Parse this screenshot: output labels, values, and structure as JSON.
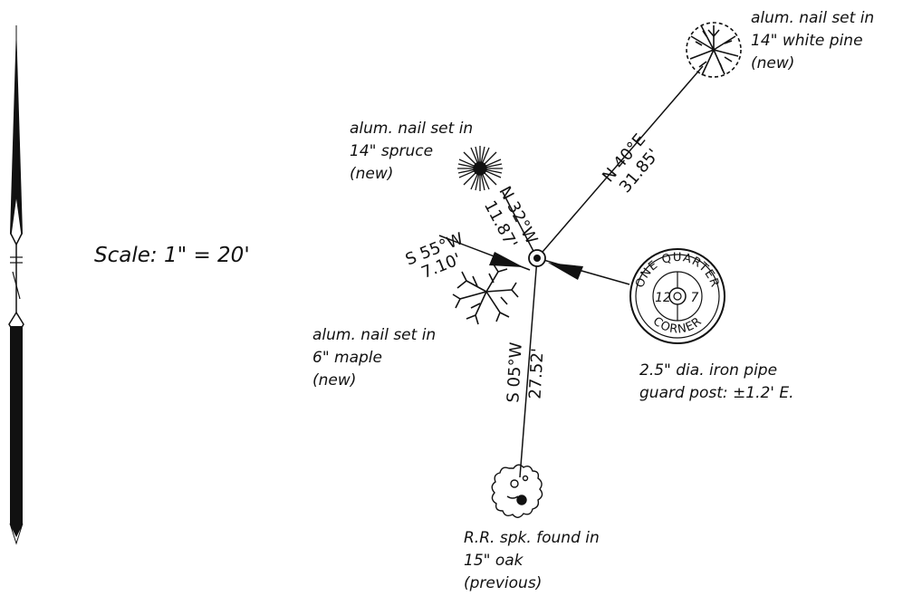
{
  "scale": {
    "text": "Scale: 1\" = 20'"
  },
  "north_arrow": {
    "icon": "north-arrow-icon"
  },
  "center_point": {
    "icon": "survey-point-icon"
  },
  "monument": {
    "icon": "quarter-corner-monument-icon",
    "top_text": "ONE QUARTER",
    "bottom_text": "CORNER",
    "left_num": "12",
    "right_num": "7",
    "desc_line1": "2.5\" dia. iron pipe",
    "desc_line2": "guard post: ±1.2' E."
  },
  "witnesses": [
    {
      "id": "white-pine",
      "icon": "white-pine-tree-icon",
      "bearing": "N 40°E",
      "distance": "31.85'",
      "label_lines": [
        "alum. nail set in",
        "14\" white pine",
        "(new)"
      ]
    },
    {
      "id": "spruce",
      "icon": "spruce-tree-icon",
      "bearing": "N 32°W",
      "distance": "11.87'",
      "label_lines": [
        "alum. nail set in",
        "14\" spruce",
        "(new)"
      ]
    },
    {
      "id": "maple",
      "icon": "maple-tree-icon",
      "bearing": "S 55°W",
      "distance": "7.10'",
      "label_lines": [
        "alum. nail set in",
        "6\" maple",
        "(new)"
      ]
    },
    {
      "id": "oak",
      "icon": "oak-tree-icon",
      "bearing": "S 05°W",
      "distance": "27.52'",
      "label_lines": [
        "R.R. spk. found in",
        "15\" oak",
        "(previous)"
      ]
    }
  ]
}
